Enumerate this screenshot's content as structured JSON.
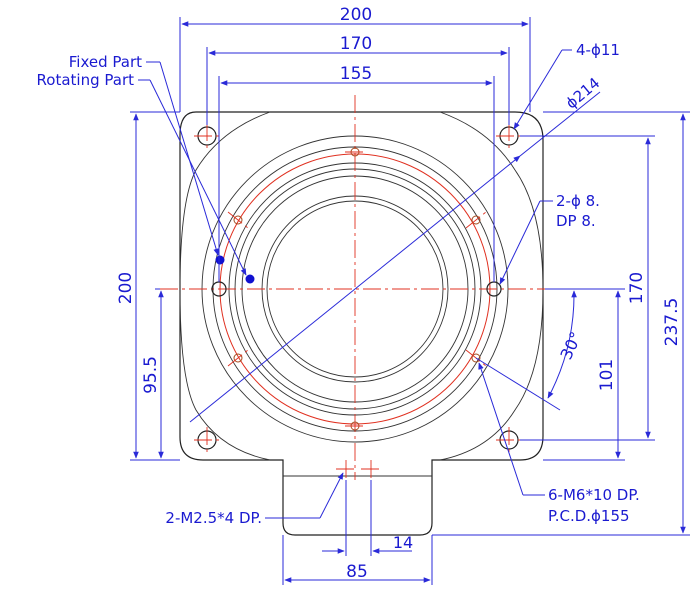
{
  "drawing": {
    "colors": {
      "dimension": "#1a1ad0",
      "outline": "#222222",
      "centerline": "#e03020",
      "hole": "#a34a1e",
      "marker": "#1010d0"
    },
    "dimensions": {
      "top_width_200": "200",
      "top_width_170": "170",
      "top_width_155": "155",
      "left_height_200": "200",
      "left_height_95_5": "95.5",
      "right_height_170": "170",
      "right_height_237_5": "237.5",
      "right_height_101": "101",
      "angle_30": "30°",
      "bottom_width_85": "85",
      "bottom_width_14": "14"
    },
    "callouts": {
      "fixed_part": "Fixed Part",
      "rotating_part": "Rotating Part",
      "corner_holes": "4-ϕ11",
      "diameter_214": "ϕ214",
      "pin_holes_line1": "2-ϕ 8.",
      "pin_holes_line2": "DP 8.",
      "tapped_holes_line1": "6-M6*10 DP.",
      "tapped_holes_line2": "P.C.D.ϕ155",
      "bottom_tapped": "2-M2.5*4 DP."
    }
  }
}
